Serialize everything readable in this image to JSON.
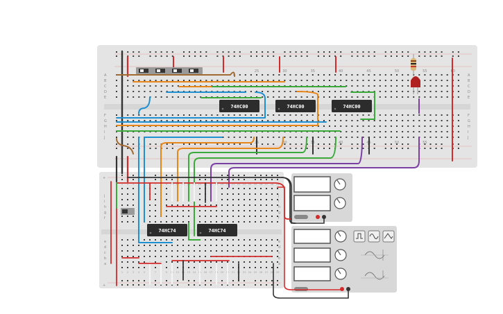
{
  "chips": [
    {
      "label": "74HC00"
    },
    {
      "label": "74HC00"
    },
    {
      "label": "74HC00"
    },
    {
      "label": "74HC74"
    },
    {
      "label": "74HC74"
    }
  ],
  "main_board": {
    "row_letters": [
      "A",
      "B",
      "C",
      "D",
      "E",
      "F",
      "G",
      "H",
      "I",
      "J"
    ],
    "col_numbers": [
      "25",
      "30",
      "35",
      "40",
      "45",
      "50",
      "55",
      "60"
    ],
    "bottom_col_numbers": [
      "25",
      "30",
      "35",
      "40",
      "45",
      "50",
      "55"
    ]
  },
  "small_board": {
    "row_letters": [
      "j",
      "i",
      "h",
      "g",
      "f",
      "e",
      "d",
      "c",
      "b",
      "a"
    ],
    "col_numbers": [
      "1",
      "2",
      "3",
      "4",
      "5",
      "6",
      "7",
      "8",
      "9",
      "10",
      "11",
      "12",
      "13",
      "14",
      "15",
      "16",
      "17",
      "18",
      "19",
      "20",
      "21",
      "22",
      "23",
      "24",
      "25",
      "26",
      "27",
      "28",
      "29",
      "30"
    ]
  },
  "colors": {
    "board": "#e4e4e4",
    "hole": "#3a3a3a",
    "chip": "#2c2c2c",
    "wire_red": "#d42a2a",
    "wire_black": "#333333",
    "wire_orange": "#e8861a",
    "wire_blue": "#1e8fd0",
    "wire_green": "#3aab3a",
    "wire_purple": "#7b3fa6",
    "wire_white": "#f4f4f4",
    "wire_brown": "#a06a30",
    "led": "#b02020",
    "instrument": "#d8d8d8"
  },
  "icons": [
    "square-wave-icon",
    "sine-wave-icon",
    "triangle-wave-icon"
  ]
}
